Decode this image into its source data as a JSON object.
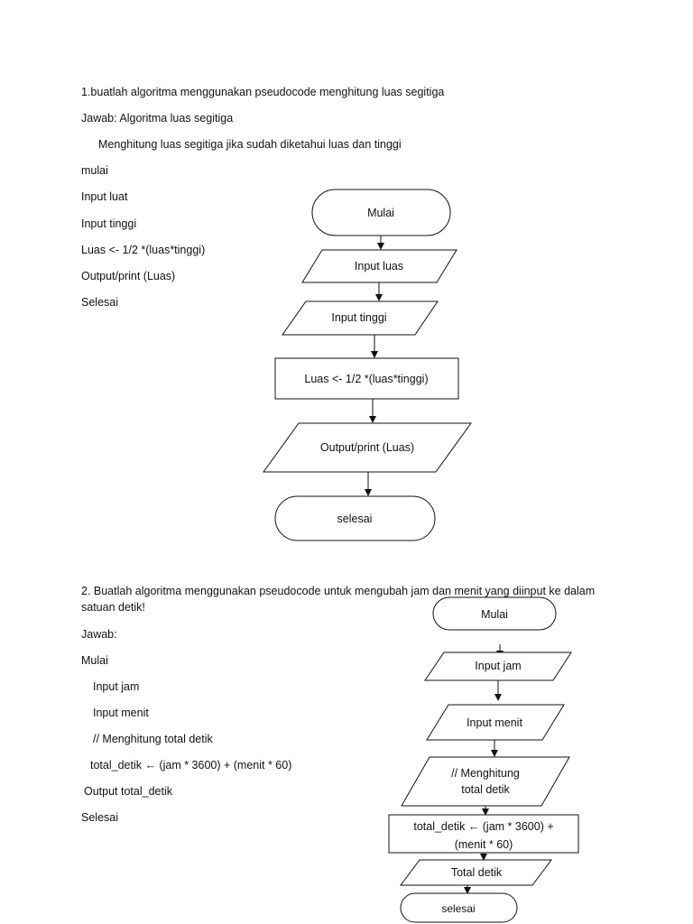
{
  "section1": {
    "question": "1.buatlah algoritma menggunakan pseudocode menghitung luas segitiga",
    "answer": "Jawab: Algoritma luas segitiga",
    "description": "Menghitung luas segitiga jika sudah diketahui luas dan tinggi",
    "steps": [
      "mulai",
      "Input luat",
      "Input tinggi",
      "Luas <- 1/2 *(luas*tinggi)",
      "Output/print (Luas)",
      "Selesai"
    ],
    "flowchart": {
      "start": "Mulai",
      "input1": "Input luas",
      "input2": "Input tinggi",
      "process": "Luas <- 1/2 *(luas*tinggi)",
      "output": "Output/print (Luas)",
      "end": "selesai"
    }
  },
  "section2": {
    "question": "2. Buatlah algoritma menggunakan pseudocode untuk mengubah jam dan menit yang diinput ke dalam satuan detik!",
    "answer": "Jawab:",
    "steps": [
      "Mulai",
      "Input jam",
      "Input menit",
      "// Menghitung total detik",
      "total_detik ← (jam * 3600) + (menit * 60)",
      "Output total_detik",
      "Selesai"
    ],
    "flowchart": {
      "start": "Mulai",
      "input1": "Input jam",
      "input2": "Input menit",
      "comment_line1": "// Menghitung",
      "comment_line2": "total detik",
      "process_line1": "total_detik ← (jam * 3600) +",
      "process_line2": "(menit * 60)",
      "output": "Total detik",
      "end": "selesai"
    }
  }
}
